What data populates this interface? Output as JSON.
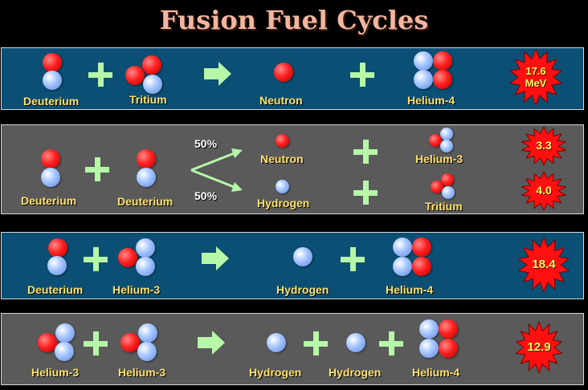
{
  "title": "Fusion Fuel Cycles",
  "colors": {
    "proton": "#ff2020",
    "neutron": "#a8c8ff",
    "label": "#ffe26a",
    "plus": "#b6f7a8",
    "burst": "#ff1010"
  },
  "rows": [
    {
      "labels": [
        "Deuterium",
        "Tritium",
        "Neutron",
        "Helium-4"
      ],
      "energy_lines": [
        "17.6",
        "MeV"
      ]
    },
    {
      "labels": [
        "Deuterium",
        "Deuterium",
        "Neutron",
        "Helium-3",
        "Hydrogen",
        "Tritium"
      ],
      "branch_percents": [
        "50%",
        "50%"
      ],
      "energies": [
        "3.3",
        "4.0"
      ]
    },
    {
      "labels": [
        "Deuterium",
        "Helium-3",
        "Hydrogen",
        "Helium-4"
      ],
      "energy": "18.4"
    },
    {
      "labels": [
        "Helium-3",
        "Helium-3",
        "Hydrogen",
        "Hydrogen",
        "Helium-4"
      ],
      "energy": "12.9"
    }
  ]
}
